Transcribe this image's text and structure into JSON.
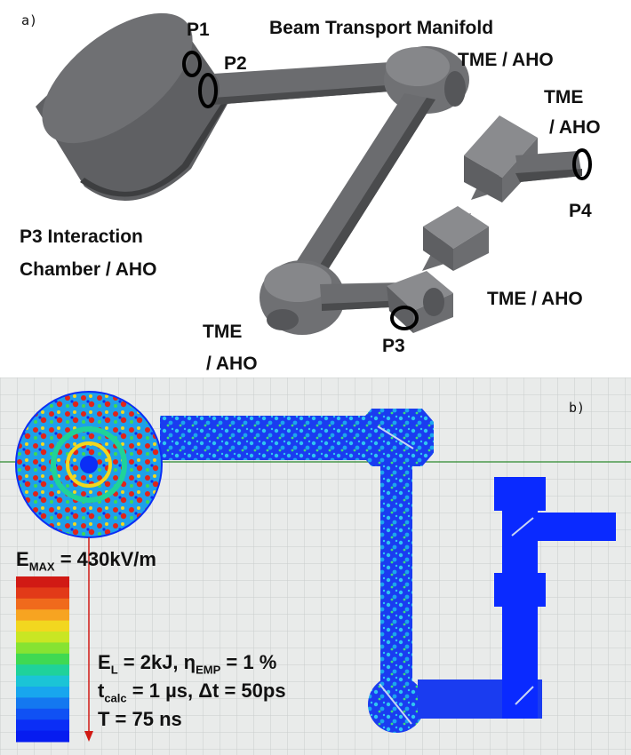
{
  "panel_a": {
    "tag": "a)",
    "labels": {
      "p1": "P1",
      "p2": "P2",
      "p3": "P3",
      "p4": "P4",
      "manifold": "Beam Transport Manifold",
      "chamber_line1": "P3 Interaction",
      "chamber_line2": "Chamber  / AHO",
      "tme_top": "TME / AHO",
      "tme_right_1": "TME",
      "tme_right_2": "/ AHO",
      "tme_mid": "TME / AHO",
      "tme_bottom_1": "TME",
      "tme_bottom_2": "/ AHO"
    }
  },
  "panel_b": {
    "tag": "b)",
    "emax_label": "E",
    "emax_sub": "MAX",
    "emax_value": "= 430kV/m",
    "el_label": "E",
    "el_sub": "L",
    "el_value": "= 2kJ, ",
    "eta_label": "η",
    "eta_sub": "EMP",
    "eta_value": "= 1 %",
    "tcalc_label": "t",
    "tcalc_sub": "calc",
    "tcalc_value": "= 1 µs, ",
    "dt_value": "Δt = 50ps",
    "t_value": "T = 75 ns"
  },
  "colors": {
    "gray_dark": "#4f5052",
    "gray_mid": "#6b6c6f",
    "gray_light": "#8c8d90",
    "field_blue": "#0a2aff",
    "field_red": "#e0241a"
  },
  "colorbar": [
    "#d11a14",
    "#e23a18",
    "#f06a1c",
    "#f7a421",
    "#f2d71f",
    "#c9e623",
    "#86e332",
    "#3fd952",
    "#1fd29a",
    "#1bc4d6",
    "#18a6ee",
    "#1478f0",
    "#1051f4",
    "#0b2ef6",
    "#061cf0"
  ]
}
